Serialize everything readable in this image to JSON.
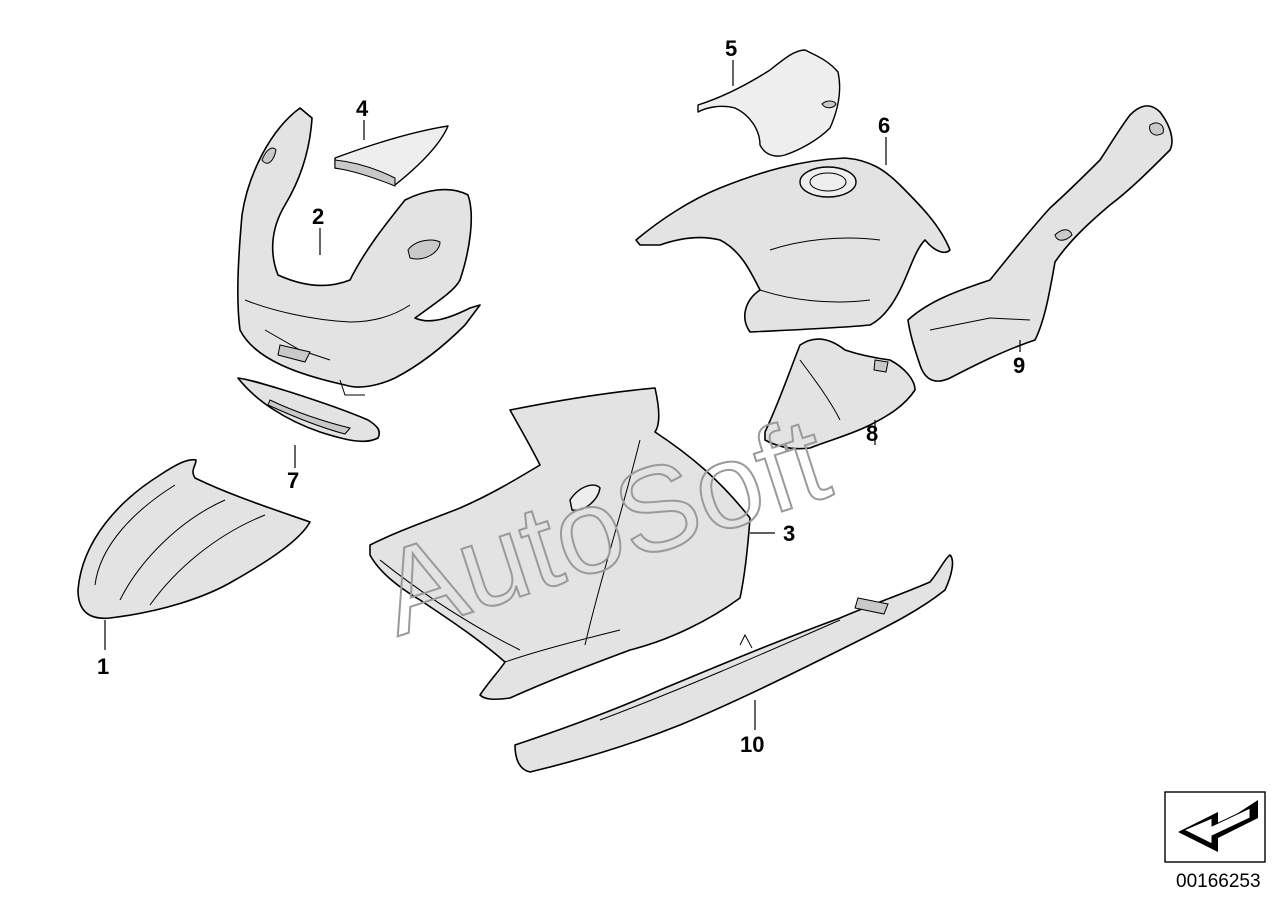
{
  "diagram": {
    "callouts": [
      "1",
      "2",
      "3",
      "4",
      "5",
      "6",
      "7",
      "8",
      "9",
      "10"
    ],
    "watermark": "AutoSoft",
    "diagram_number": "00166253",
    "icons": {
      "nav_arrow": "arrow-down-left-icon"
    }
  }
}
